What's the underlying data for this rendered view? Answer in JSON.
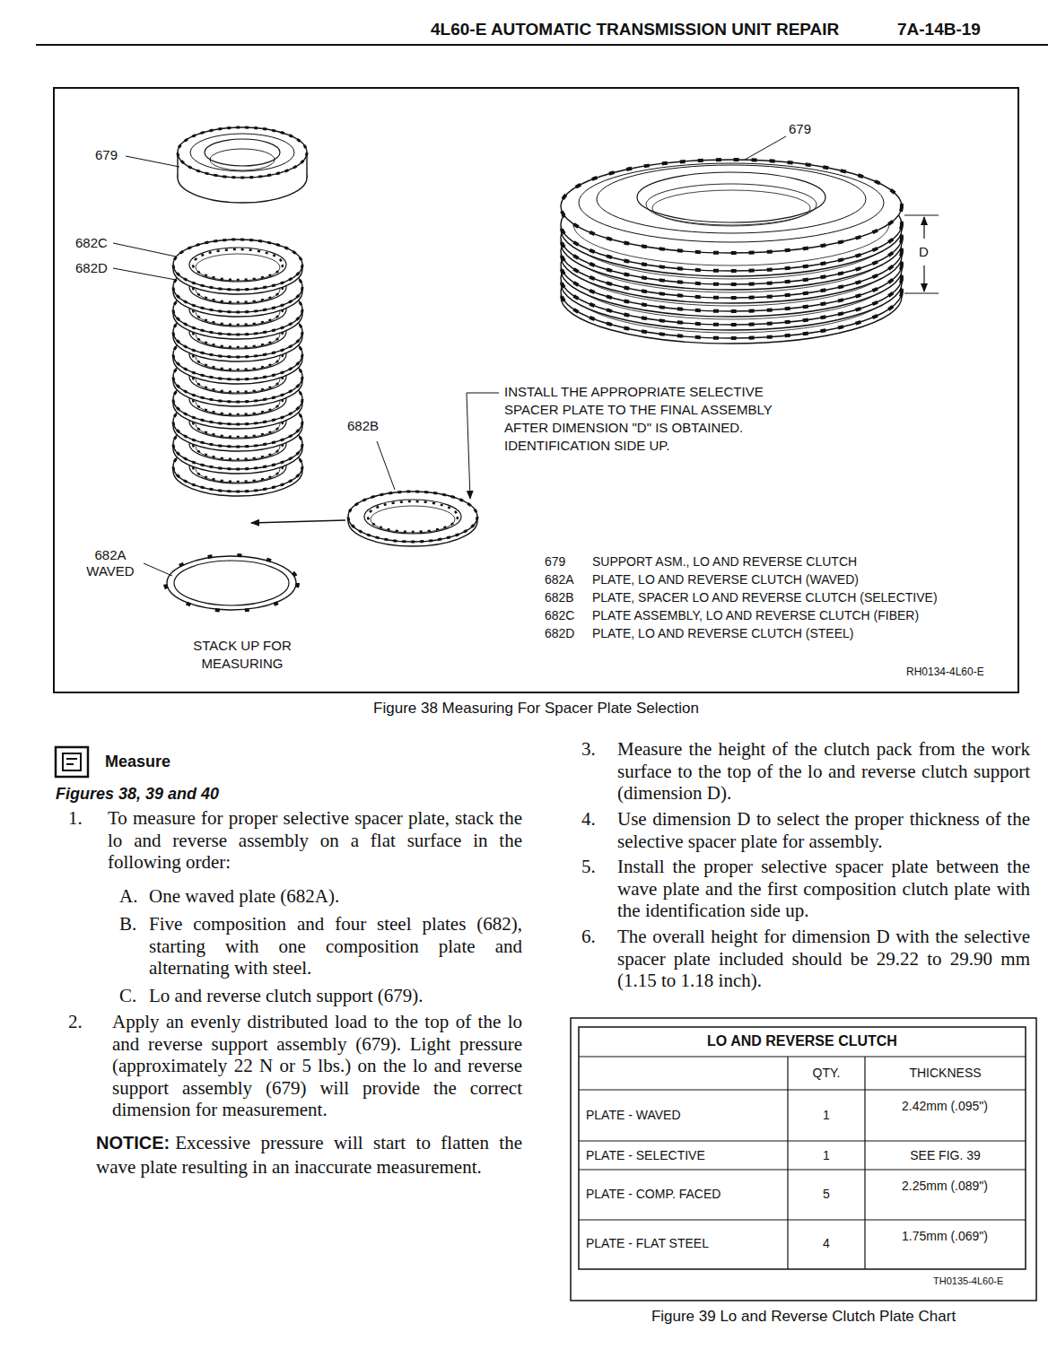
{
  "diagram": {
    "title": "4L60-E AUTOMATIC TRANSMISSION UNIT REPAIR",
    "caption": "Figure 38 Measuring For Spacer Plate Selection",
    "labels": [
      "7A-14B-19",
      "679",
      "682C",
      "682D",
      "682B",
      "682A WAVED",
      "STACK UP FOR MEASURING",
      "679",
      "D",
      "INSTALL THE APPROPRIATE SELECTIVE SPACER PLATE TO THE FINAL ASSEMBLY AFTER DIMENSION \"D\" IS OBTAINED. IDENTIFICATION SIDE UP.",
      "679",
      "SUPPORT ASM., LO AND REVERSE CLUTCH",
      "682A",
      "PLATE, LO AND REVERSE CLUTCH (WAVED)",
      "682B",
      "PLATE, SPACER LO AND REVERSE CLUTCH (SELECTIVE)",
      "682C",
      "PLATE ASSEMBLY, LO AND REVERSE CLUTCH (FIBER)",
      "682D",
      "PLATE, LO AND REVERSE CLUTCH (STEEL)",
      "RH0134-4L60-E",
      "Measure",
      "Figures 38, 39 and 40",
      "1.",
      "To measure for proper selective spacer plate, stack the lo and reverse assembly on a flat surface in the following order:",
      "A.",
      "One waved plate (682A).",
      "B.",
      "Five composition and four steel plates (682), starting with one composition plate and alternating with steel.",
      "C.",
      "Lo and reverse clutch support (679).",
      "2.",
      "Apply an evenly distributed load to the top of the lo and reverse support assembly (679). Light pressure (approximately 22 N or 5 lbs.) on the lo and reverse support assembly (679) will provide the correct dimension for measurement.",
      "NOTICE:",
      "Excessive pressure will start to flatten the wave plate resulting in an inaccurate measurement.",
      "3.",
      "Measure the height of the clutch pack from the work surface to the top of the lo and reverse clutch support (dimension D).",
      "4.",
      "Use dimension D to select the proper thickness of the selective spacer plate for assembly.",
      "5.",
      "Install the proper selective spacer plate between the wave plate and the first composition clutch plate with the identification side up.",
      "6.",
      "The overall height for dimension D with the selective spacer plate included should be 29.22 to 29.90 mm (1.15 to 1.18 inch).",
      "LO AND REVERSE CLUTCH",
      "QTY.",
      "THICKNESS",
      "PLATE - WAVED",
      "1",
      "2.42mm (.095\")",
      "PLATE - SELECTIVE",
      "1",
      "SEE FIG. 39",
      "PLATE - COMP. FACED",
      "5",
      "2.25mm (.089\")",
      "PLATE - FLAT STEEL",
      "4",
      "1.75mm (.069\")",
      "TH0135-4L60-E",
      "Figure 39 Lo and Reverse Clutch Plate Chart"
    ]
  }
}
